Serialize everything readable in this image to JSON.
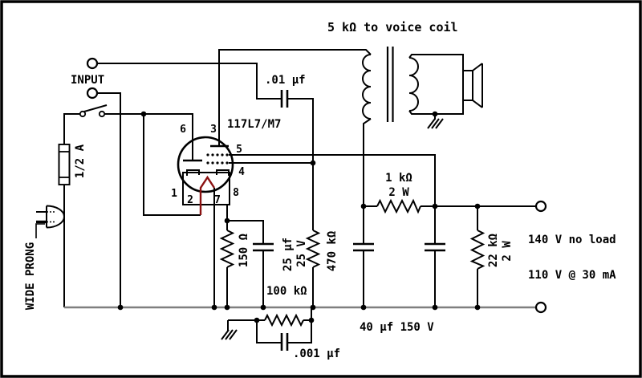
{
  "schematic": {
    "labels": {
      "output_impedance": "5 kΩ to voice coil",
      "input": "INPUT",
      "fuse": "1/2 A",
      "plug": "WIDE PRONG",
      "tube": "117L7/M7",
      "coupling_cap": ".01 μf",
      "cathode_resistor": "150 Ω",
      "cathode_cap_value": "25 μf",
      "cathode_cap_voltage": "25 V",
      "grid_resistor": "470 kΩ",
      "feedback_resistor": "100 kΩ",
      "feedback_cap": ".001 μf",
      "dropping_resistor_value": "1 kΩ",
      "dropping_resistor_wattage": "2 W",
      "bleeder_resistor_value": "22 kΩ",
      "bleeder_resistor_wattage": "2 W",
      "filter_caps": "40 μf 150 V",
      "output_no_load": "140 V no load",
      "output_loaded": "110 V @ 30 mA"
    },
    "tube_pins": {
      "p1": "1",
      "p2": "2",
      "p3": "3",
      "p4": "4",
      "p5": "5",
      "p6": "6",
      "p7": "7",
      "p8": "8"
    },
    "colors": {
      "wire": "#000000",
      "heater_filament": "#8b1111",
      "ground_bus": "#7f7f7f",
      "background": "#ffffff"
    }
  }
}
